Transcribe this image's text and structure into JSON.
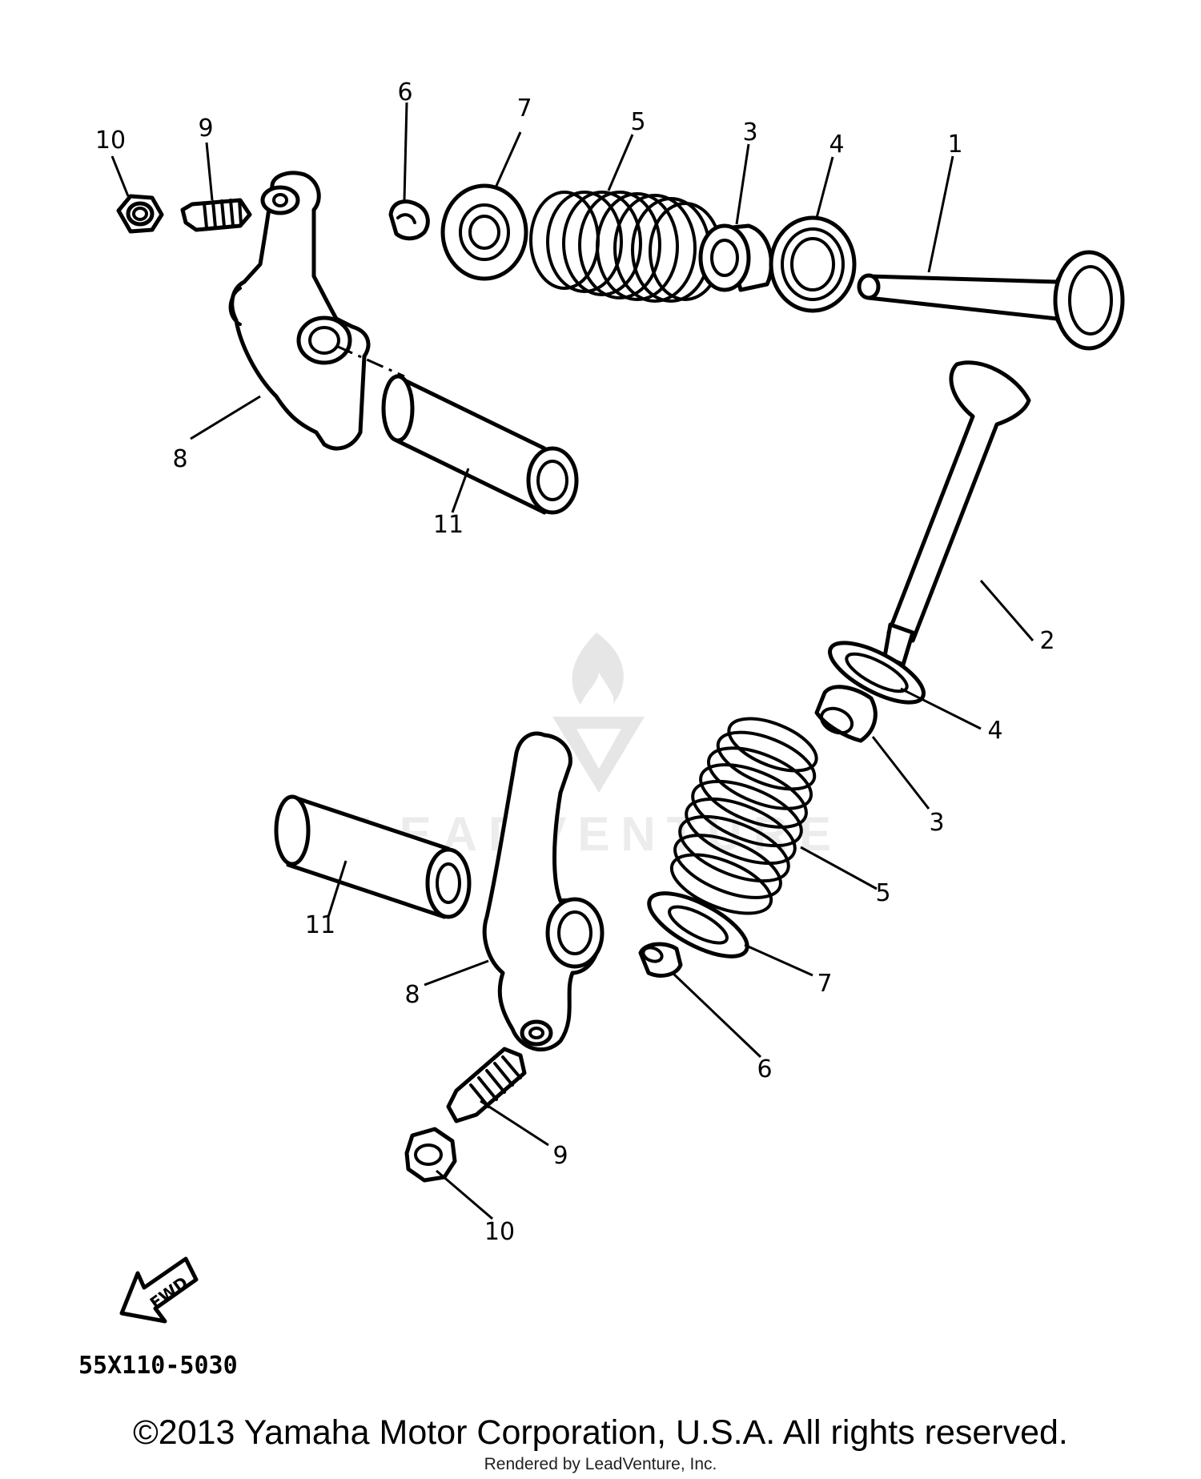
{
  "diagram": {
    "callouts": {
      "upper": [
        "10",
        "9",
        "6",
        "7",
        "5",
        "3",
        "4",
        "1",
        "8",
        "11"
      ],
      "lower": [
        "2",
        "4",
        "3",
        "5",
        "7",
        "6",
        "11",
        "8",
        "9",
        "10"
      ]
    },
    "fwd_label": "FWD",
    "drawing_code": "55X110-5030",
    "watermark": "LEADVENTURE"
  },
  "footer": {
    "copyright": "©2013 Yamaha Motor Corporation, U.S.A. All rights reserved.",
    "rendered_by": "Rendered by LeadVenture, Inc."
  }
}
